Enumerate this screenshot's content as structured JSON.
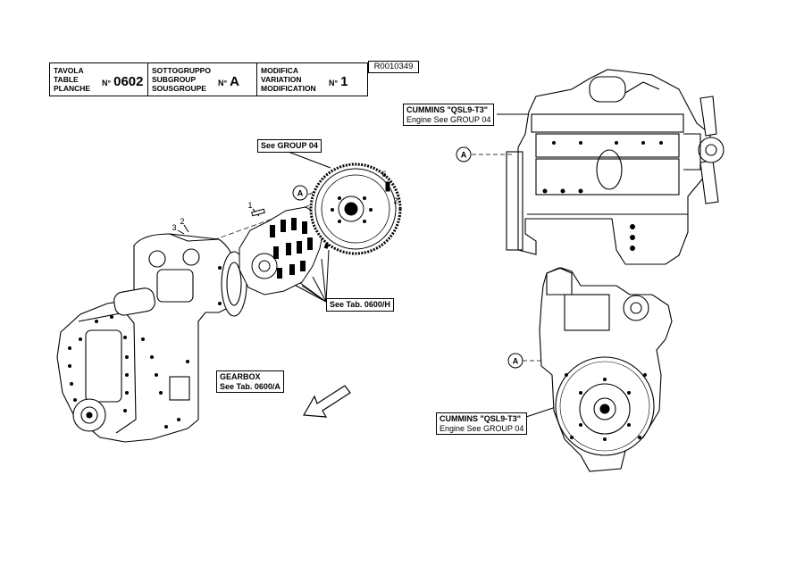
{
  "header": {
    "table": {
      "labels": [
        "TAVOLA",
        "TABLE",
        "PLANCHE"
      ],
      "prefix": "N°",
      "value": "0602"
    },
    "subgroup": {
      "labels": [
        "SOTTOGRUPPO",
        "SUBGROUP",
        "SOUSGROUPE"
      ],
      "prefix": "N°",
      "value": "A"
    },
    "variation": {
      "labels": [
        "MODIFICA",
        "VARIATION",
        "MODIFICATION"
      ],
      "prefix": "N°",
      "value": "1"
    },
    "reference": "R0010349"
  },
  "callouts": {
    "see_group_04": "See GROUP 04",
    "see_tab_0600h": "See Tab. 0600/H",
    "gearbox_title": "GEARBOX",
    "gearbox_ref": "See Tab. 0600/A",
    "engine_side_title": "CUMMINS \"QSL9-T3\"",
    "engine_side_ref": "Engine See GROUP 04",
    "engine_front_title": "CUMMINS \"QSL9-T3\"",
    "engine_front_ref": "Engine See GROUP 04"
  },
  "markers": {
    "view_a": "A"
  },
  "part_numbers": {
    "p1": "1",
    "p2": "2",
    "p3": "3",
    "p6": "6"
  }
}
